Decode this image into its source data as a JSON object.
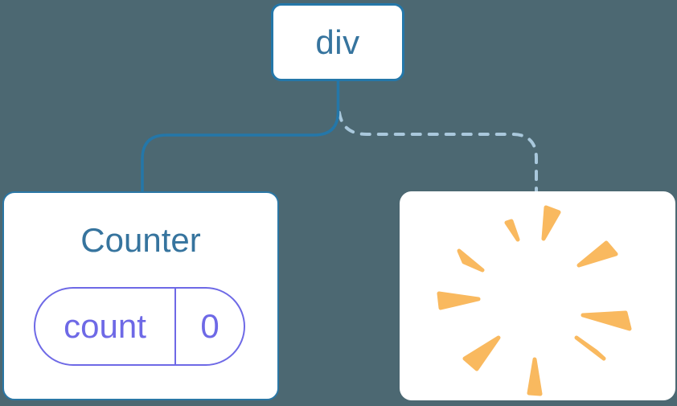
{
  "diagram": {
    "title": "component-tree-state-diagram",
    "root": {
      "label": "div"
    },
    "counter": {
      "title": "Counter",
      "state_key": "count",
      "state_value": "0"
    },
    "removed_child": {
      "icon": "poof-burst-icon",
      "meaning": "component removed"
    },
    "connectors": {
      "left_style": "solid",
      "right_style": "dashed"
    }
  },
  "colors": {
    "background": "#4C6872",
    "node_fill": "#FFFFFF",
    "connector_solid": "#2477A9",
    "connector_dashed": "#A9C8DC",
    "node_border": "#2477A9",
    "node_text": "#36749E",
    "state_accent": "#6E69E6",
    "poof_orange": "#F9B95F"
  }
}
